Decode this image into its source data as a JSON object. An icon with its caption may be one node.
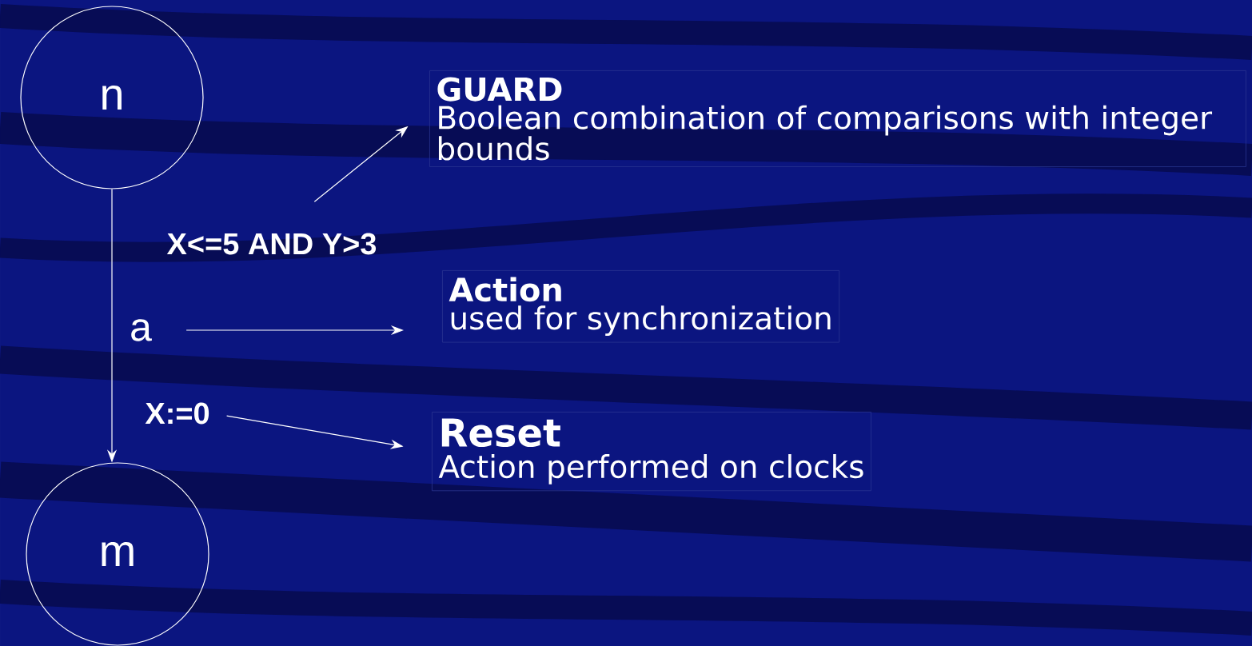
{
  "diagram": {
    "nodes": [
      {
        "text": [
          "n"
        ]
      },
      {
        "text": [
          "m"
        ]
      },
      {
        "text": [
          "X<=5 AND Y>3"
        ]
      },
      {
        "text": [
          "a"
        ]
      },
      {
        "text": [
          "X:=0"
        ]
      },
      {
        "text": [
          "GUARD",
          "Boolean combination of comparisons with integer bounds"
        ]
      },
      {
        "text": [
          "Action",
          "used for synchronization"
        ]
      },
      {
        "text": [
          "Reset",
          "Action performed on clocks"
        ]
      }
    ],
    "edges": [
      {
        "from": 0,
        "to": 1,
        "arrow": "to"
      },
      {
        "from": 2,
        "to": 5,
        "arrow": "to"
      },
      {
        "from": 3,
        "to": 6,
        "arrow": "to"
      },
      {
        "from": 4,
        "to": 7,
        "arrow": "to"
      }
    ]
  }
}
